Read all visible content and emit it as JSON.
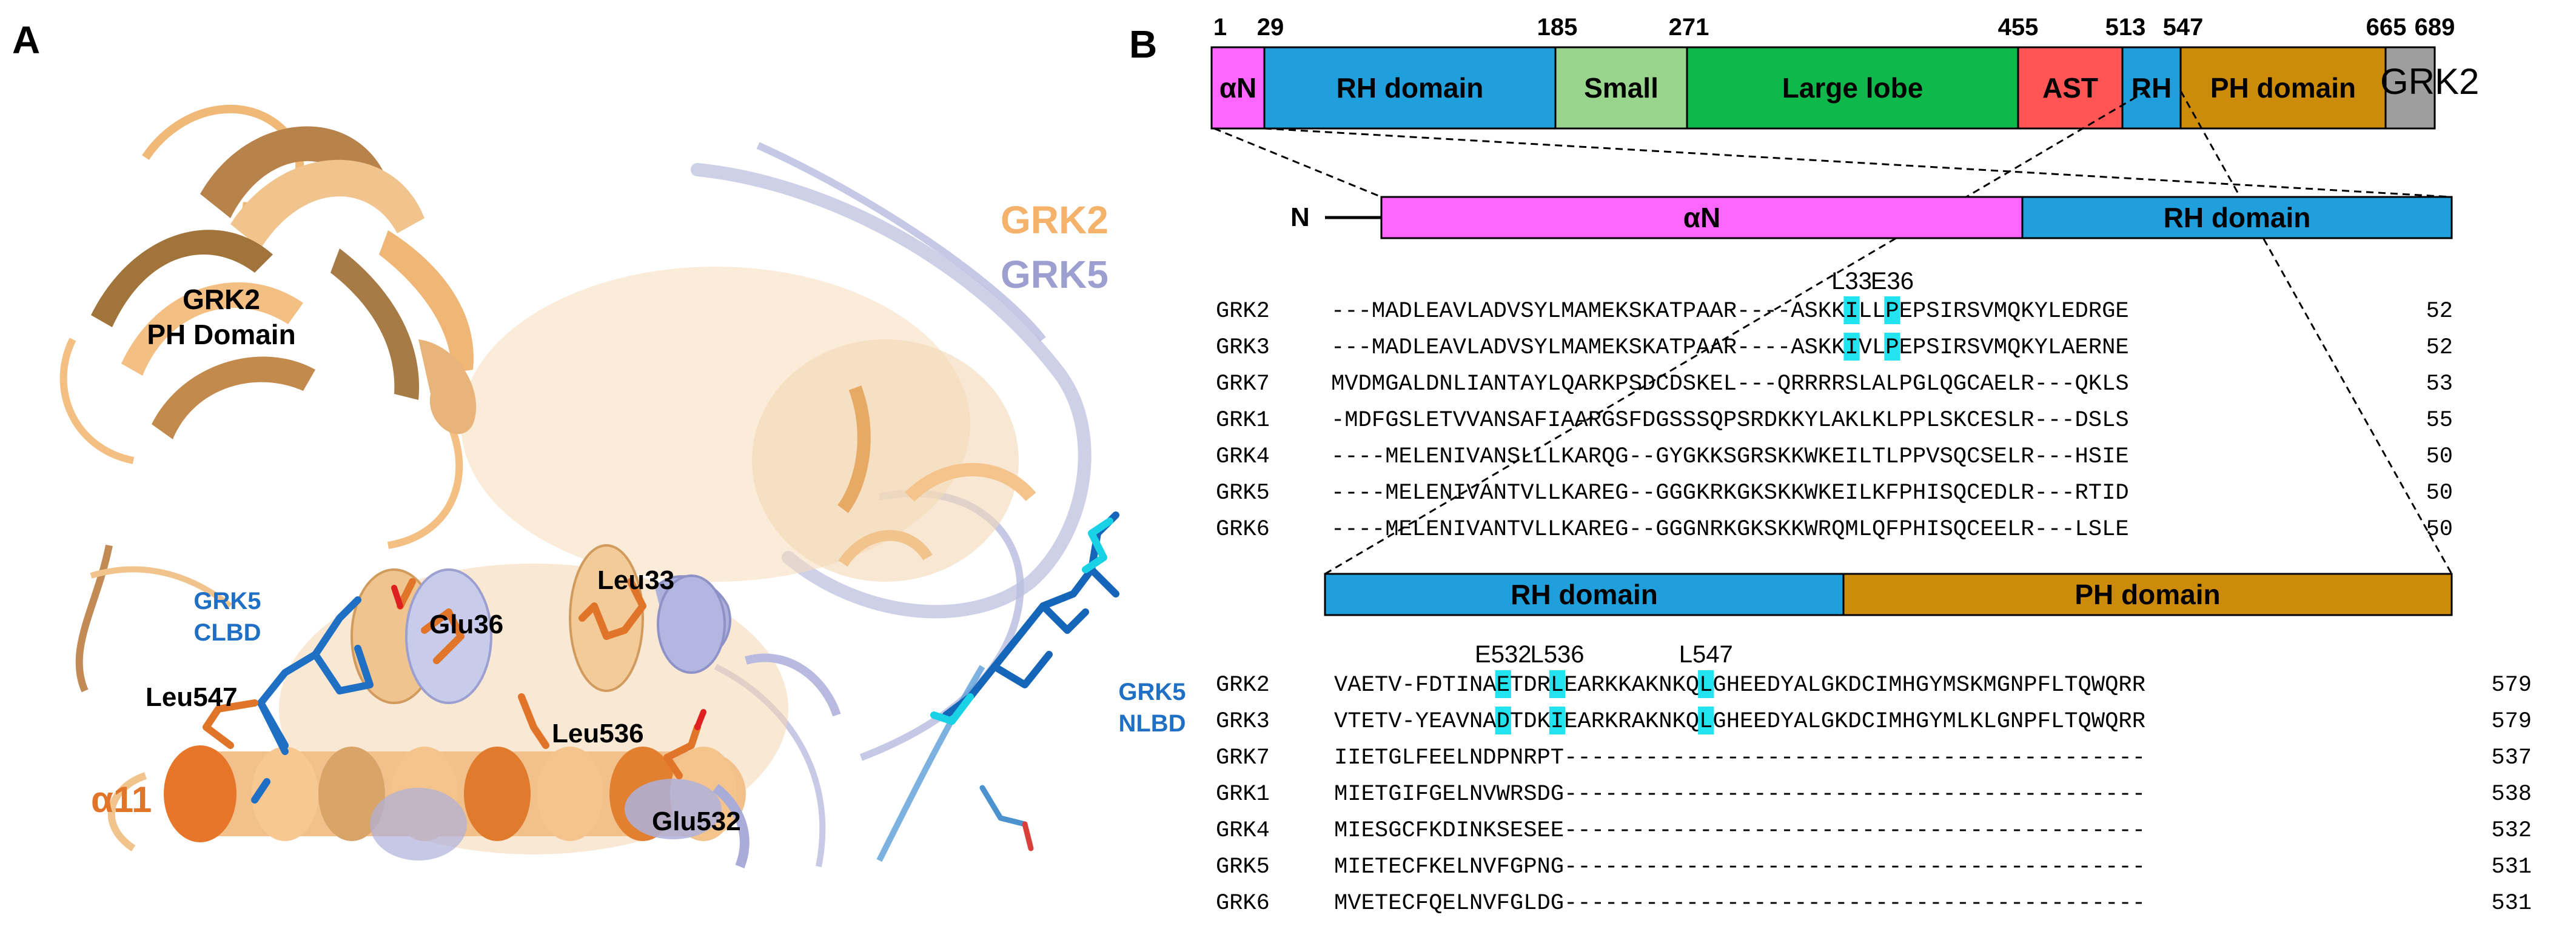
{
  "panels": {
    "a": "A",
    "b": "B"
  },
  "structure": {
    "labels": {
      "grk2": "GRK2",
      "grk5": "GRK5",
      "ph_domain_1": "GRK2",
      "ph_domain_2": "PH Domain",
      "clbd_1": "GRK5",
      "clbd_2": "CLBD",
      "nlbd_1": "GRK5",
      "nlbd_2": "NLBD",
      "glu36": "Glu36",
      "leu33": "Leu33",
      "leu547": "Leu547",
      "leu536": "Leu536",
      "glu532": "Glu532",
      "alpha11": "α11"
    },
    "colors": {
      "grk2": "#f4b26b",
      "grk5": "#9c9fd0",
      "helix": "#e0752a",
      "blue": "#1f6fc4",
      "tan": "#f2c48d",
      "brown": "#a0743a"
    }
  },
  "domain_map": {
    "protein": "GRK2",
    "ticks": [
      "1",
      "29",
      "185",
      "271",
      "455",
      "513",
      "547",
      "665",
      "689"
    ],
    "domains": [
      {
        "label": "αN",
        "color": "#ff66ff"
      },
      {
        "label": "RH domain",
        "color": "#1f9fdc"
      },
      {
        "label": "Small",
        "color": "#98d48c"
      },
      {
        "label": "Large lobe",
        "color": "#0fb84a"
      },
      {
        "label": "AST",
        "color": "#ff5555"
      },
      {
        "label": "RH",
        "color": "#1f9fdc"
      },
      {
        "label": "PH domain",
        "color": "#cc8c0a"
      },
      {
        "label": "",
        "color": "#9e9e9e"
      }
    ],
    "n_label": "N",
    "zoom1": [
      {
        "label": "αN",
        "color": "#ff66ff"
      },
      {
        "label": "RH domain",
        "color": "#1f9fdc"
      }
    ],
    "zoom2": [
      {
        "label": "RH domain",
        "color": "#1f9fdc"
      },
      {
        "label": "PH domain",
        "color": "#cc8c0a"
      }
    ]
  },
  "alignment1": {
    "markers": [
      "L33",
      "E36"
    ],
    "rows": [
      {
        "name": "GRK2",
        "seq": "---MADLEAVLADVSYLMAMEKSKATPAAR----ASKKILLPEPSIRSVMQKYLEDRGE",
        "end": "52"
      },
      {
        "name": "GRK3",
        "seq": "---MADLEAVLADVSYLMAMEKSKATPAAR----ASKKIVLPEPSIRSVMQKYLAERNE",
        "end": "52"
      },
      {
        "name": "GRK7",
        "seq": "MVDMGALDNLIANTAYLQARKPSDCDSKEL---QRRRRSLALPGLQGCAELR---QKLS",
        "end": "53"
      },
      {
        "name": "GRK1",
        "seq": "-MDFGSLETVVANSAFIAARGSFDGSSSQPSRDKKYLAKLKLPPLSKCESLR---DSLS",
        "end": "55"
      },
      {
        "name": "GRK4",
        "seq": "----MELENIVANSLLLKARQG--GYGKKSGRSKKWKEILTLPPVSQCSELR---HSIE",
        "end": "50"
      },
      {
        "name": "GRK5",
        "seq": "----MELENIVANTVLLKAREG--GGGKRKGKSKKWKEILKFPHISQCEDLR---RTID",
        "end": "50"
      },
      {
        "name": "GRK6",
        "seq": "----MELENIVANTVLLKAREG--GGGNRKGKSKKWRQMLQFPHISQCEELR---LSLE",
        "end": "50"
      }
    ]
  },
  "alignment2": {
    "markers": [
      "E532",
      "L536",
      "L547"
    ],
    "rows": [
      {
        "name": "GRK2",
        "seq": "VAETV-FDTINAETDRLEARKKAKNKQLGHEEDYALGKDCIMHGYMSKMGNPFLTQWQRR",
        "end": "579"
      },
      {
        "name": "GRK3",
        "seq": "VTETV-YEAVNADTDKIEARKRAKNKQLGHEEDYALGKDCIMHGYMLKLGNPFLTQWQRR",
        "end": "579"
      },
      {
        "name": "GRK7",
        "seq": "IIETGLFEELNDPNRPT-------------------------------------------",
        "end": "537"
      },
      {
        "name": "GRK1",
        "seq": "MIETGIFGELNVWRSDG-------------------------------------------",
        "end": "538"
      },
      {
        "name": "GRK4",
        "seq": "MIESGCFKDINKSESEE-------------------------------------------",
        "end": "532"
      },
      {
        "name": "GRK5",
        "seq": "MIETECFKELNVFGPNG-------------------------------------------",
        "end": "531"
      },
      {
        "name": "GRK6",
        "seq": "MVETECFQELNVFGLDG-------------------------------------------",
        "end": "531"
      }
    ]
  }
}
